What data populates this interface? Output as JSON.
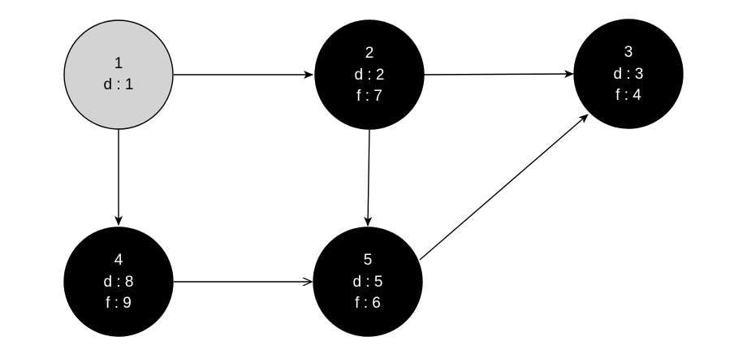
{
  "nodes": [
    {
      "id": "1",
      "label": "1",
      "d": "d : 1",
      "f": "",
      "state": "visited",
      "fill": "#d3d3d3"
    },
    {
      "id": "2",
      "label": "2",
      "d": "d : 2",
      "f": "f : 7",
      "state": "finished",
      "fill": "#000000"
    },
    {
      "id": "3",
      "label": "3",
      "d": "d : 3",
      "f": "f : 4",
      "state": "finished",
      "fill": "#000000"
    },
    {
      "id": "4",
      "label": "4",
      "d": "d : 8",
      "f": "f : 9",
      "state": "finished",
      "fill": "#000000"
    },
    {
      "id": "5",
      "label": "5",
      "d": "d : 5",
      "f": "f : 6",
      "state": "finished",
      "fill": "#000000"
    }
  ],
  "edges": [
    {
      "from": "1",
      "to": "2",
      "arrow": "filled"
    },
    {
      "from": "2",
      "to": "3",
      "arrow": "filled"
    },
    {
      "from": "1",
      "to": "4",
      "arrow": "filled"
    },
    {
      "from": "2",
      "to": "5",
      "arrow": "filled"
    },
    {
      "from": "5",
      "to": "3",
      "arrow": "filled"
    },
    {
      "from": "4",
      "to": "5",
      "arrow": "open"
    }
  ]
}
